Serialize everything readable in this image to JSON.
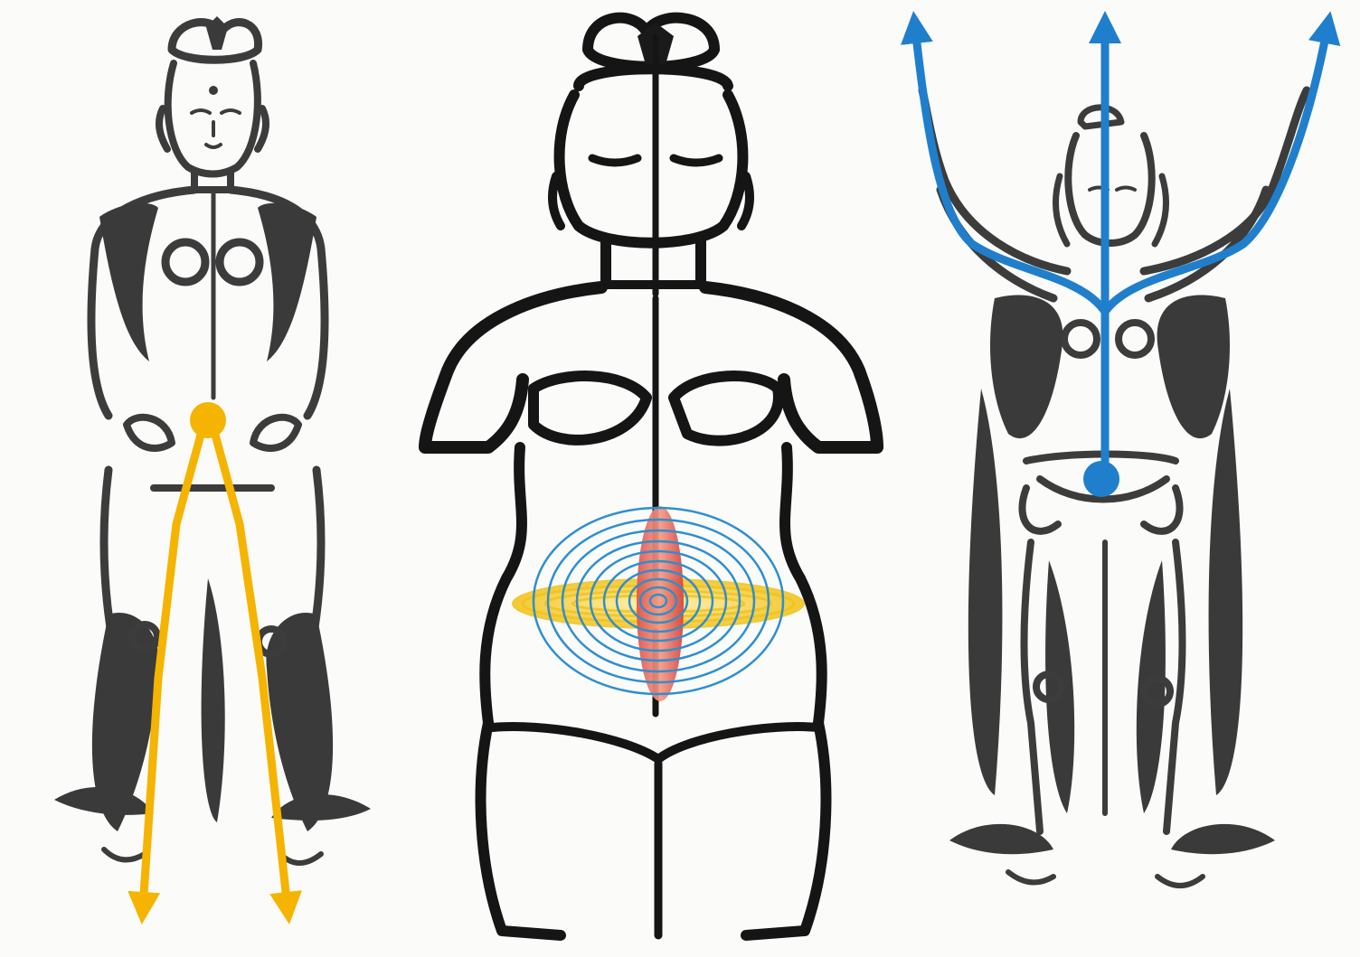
{
  "figures": [
    {
      "id": "downward-grounding",
      "flow_color": "#f4b400",
      "icon": "down-arrows-from-pelvis"
    },
    {
      "id": "center-spiral",
      "colors": {
        "rings": "#2d8fd0",
        "horizontal_band": "#f2c21b",
        "vertical_band": "#e0504a"
      },
      "icon": "concentric-energy-rings"
    },
    {
      "id": "upward-rising",
      "flow_color": "#1f7fcc",
      "icon": "up-arrows-from-pelvis"
    }
  ],
  "colors": {
    "ink": "#151515",
    "ink_grey": "#3c3c3c",
    "paper": "#fbfbf9"
  }
}
